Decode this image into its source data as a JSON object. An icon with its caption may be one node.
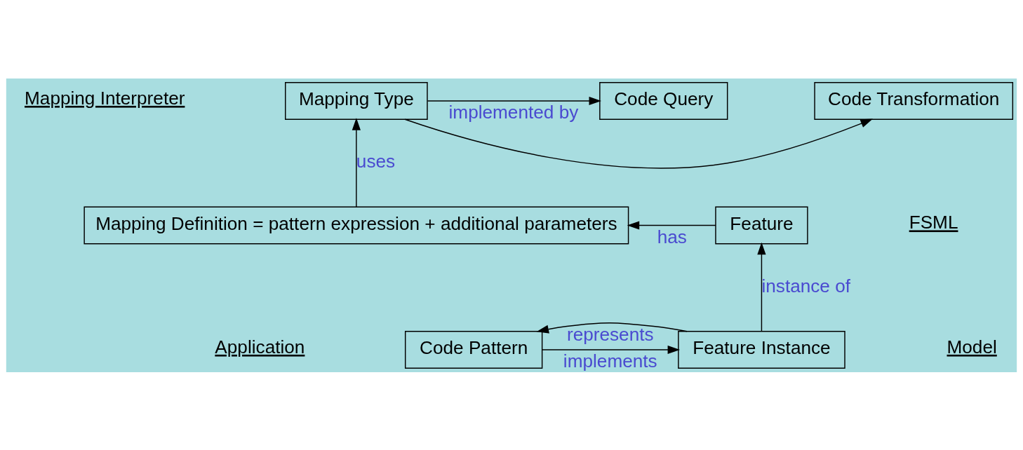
{
  "diagram": {
    "nodes": [
      {
        "text": [
          "Mapping Type"
        ]
      },
      {
        "text": [
          "Code Query"
        ]
      },
      {
        "text": [
          "Code Transformation"
        ]
      },
      {
        "text": [
          "Mapping Definition = pattern expression + additional parameters"
        ]
      },
      {
        "text": [
          "Feature"
        ]
      },
      {
        "text": [
          "Code Pattern"
        ]
      },
      {
        "text": [
          "Feature Instance"
        ]
      }
    ],
    "edges": [
      {
        "from": 0,
        "to": 1,
        "arrow": "to",
        "label": "implemented by"
      },
      {
        "from": 0,
        "to": 2,
        "arrow": "to"
      },
      {
        "from": 3,
        "to": 0,
        "arrow": "to",
        "label": "uses"
      },
      {
        "from": 4,
        "to": 3,
        "arrow": "to",
        "label": "has"
      },
      {
        "from": 6,
        "to": 4,
        "arrow": "to",
        "label": "instance of"
      },
      {
        "from": 5,
        "to": 6,
        "arrow": "to",
        "label": "implements"
      },
      {
        "from": 6,
        "to": 5,
        "arrow": "to",
        "label": "represents"
      }
    ],
    "labels": [
      "Mapping Interpreter",
      "FSML",
      "Application",
      "Model"
    ]
  }
}
